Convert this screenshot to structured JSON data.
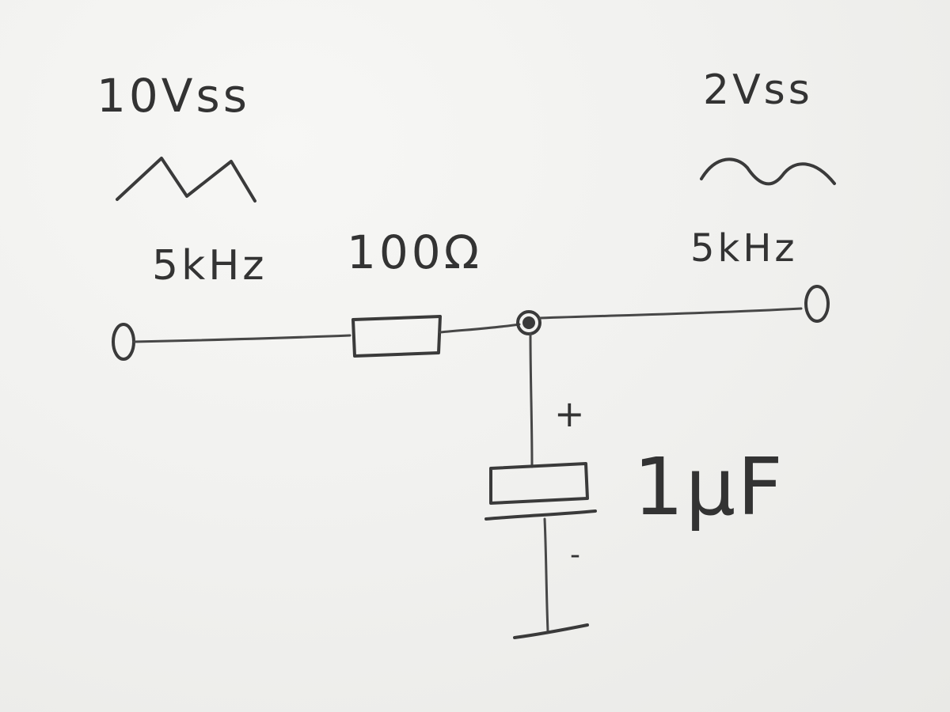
{
  "input": {
    "amplitude_label": "10Vss",
    "frequency_label": "5kHz",
    "waveform_icon": "triangle-wave-icon"
  },
  "output": {
    "amplitude_label": "2Vss",
    "frequency_label": "5kHz",
    "waveform_icon": "sine-wave-icon"
  },
  "resistor": {
    "value_label": "100Ω"
  },
  "capacitor": {
    "value_label": "1µF",
    "positive_label": "+",
    "negative_label": "-"
  },
  "colors": {
    "ink": "#3a3a3a",
    "paper": "#f1f1ef"
  }
}
